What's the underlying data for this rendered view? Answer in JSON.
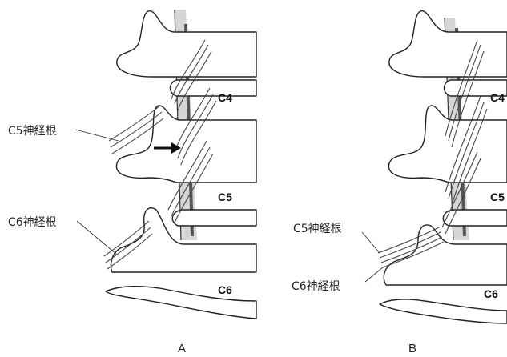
{
  "panels": [
    {
      "letter": "A",
      "vertebrae": [
        "C4",
        "C5",
        "C6"
      ],
      "root_labels": [
        "C5神経根",
        "C6神経根"
      ],
      "has_arrow": true
    },
    {
      "letter": "B",
      "vertebrae": [
        "C4",
        "C5",
        "C6"
      ],
      "root_labels": [
        "C5神経根",
        "C6神経根"
      ],
      "has_arrow": false
    }
  ],
  "colors": {
    "line": "#222222",
    "cord_fill": "#d6d6d6",
    "cord_stripe": "#555555",
    "background": "#ffffff"
  }
}
